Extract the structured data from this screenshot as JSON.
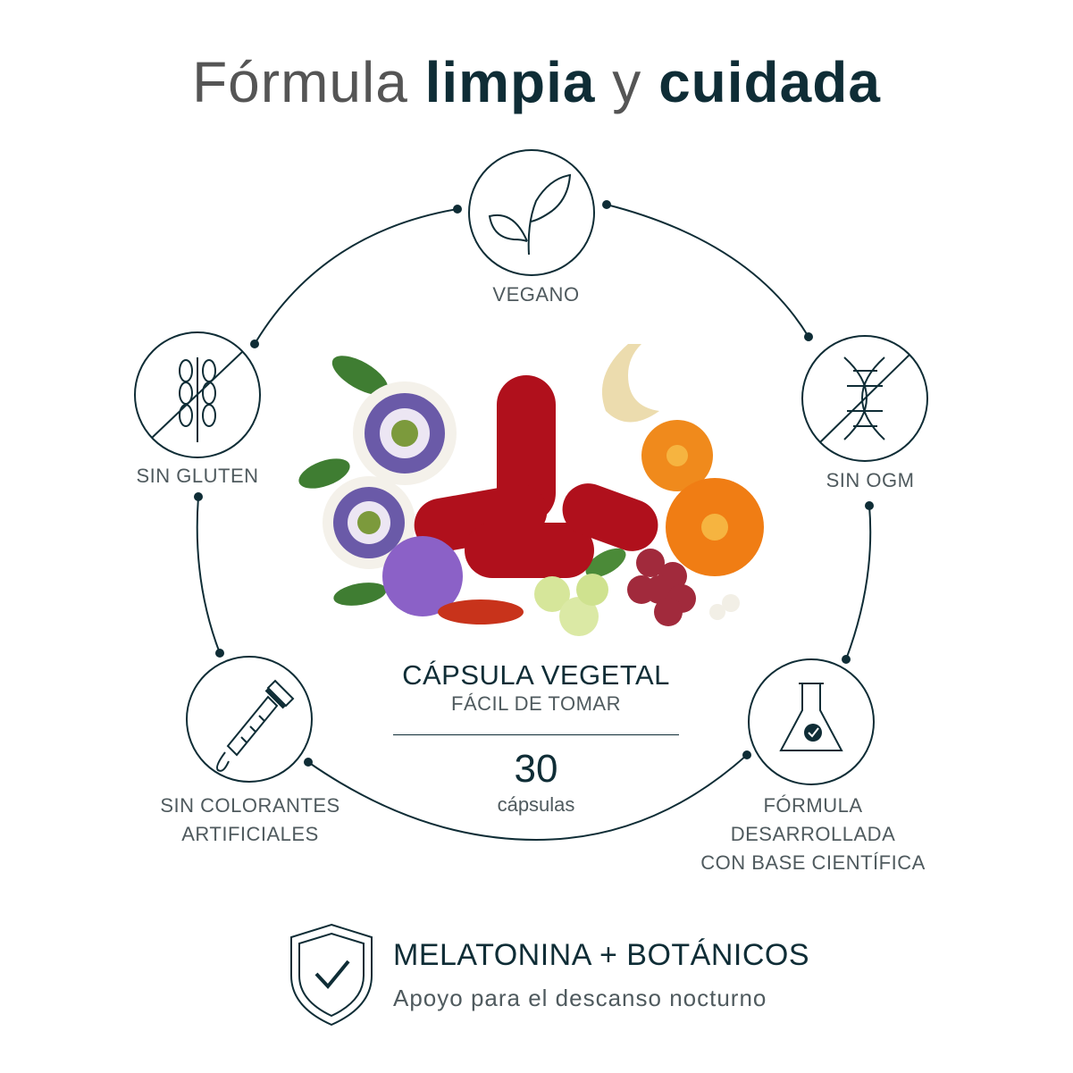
{
  "title": {
    "part1": "Fórmula",
    "part2": "limpia",
    "part3": "y",
    "part4": "cuidada"
  },
  "features": {
    "vegano": "VEGANO",
    "sin_gluten": "SIN GLUTEN",
    "sin_ogm": "SIN OGM",
    "sin_colorantes": [
      "SIN COLORANTES",
      "ARTIFICIALES"
    ],
    "formula_cientifica": [
      "FÓRMULA",
      "DESARROLLADA",
      "CON BASE CIENTÍFICA"
    ]
  },
  "center": {
    "capsule_title": "CÁPSULA VEGETAL",
    "capsule_sub": "FÁCIL DE TOMAR",
    "count": "30",
    "count_unit": "cápsulas"
  },
  "footer": {
    "title": "MELATONINA + BOTÁNICOS",
    "subtitle": "Apoyo para el descanso nocturno"
  },
  "icons": {
    "vegano": "leaf-icon",
    "sin_gluten": "no-wheat-icon",
    "sin_ogm": "no-dna-icon",
    "sin_colorantes": "dropper-icon",
    "formula_cientifica": "flask-icon",
    "footer": "shield-check-icon"
  },
  "colors": {
    "primary": "#0f2d36",
    "secondary": "#4f5a5e",
    "capsule": "#b0101c"
  }
}
